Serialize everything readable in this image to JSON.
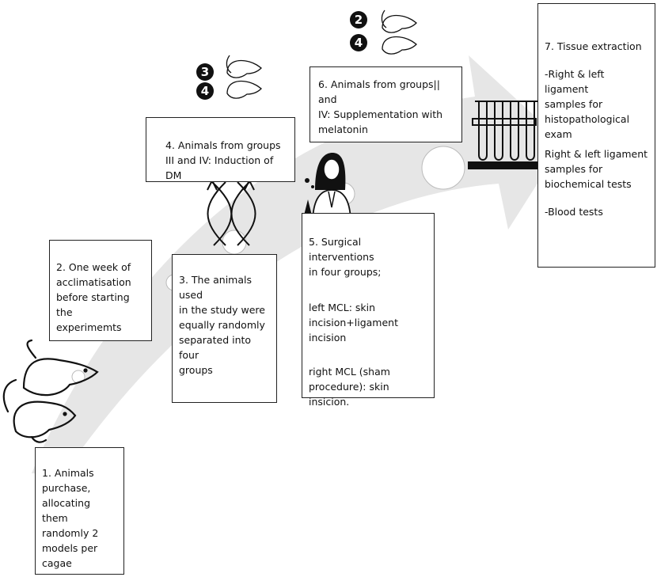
{
  "steps": {
    "s1": {
      "text": "1. Animals\npurchase,\nallocating them\nrandomly 2\nmodels per cagae"
    },
    "s2": {
      "text": "2. One week of\nacclimatisation\nbefore starting the\nexperimemts"
    },
    "s3": {
      "text": "3. The animals used\nin the study were\nequally randomly\nseparated into four\ngroups"
    },
    "s4": {
      "text": "4. Animals from groups\nIII and IV: Induction of DM"
    },
    "s5": {
      "title": "5. Surgical interventions\nin four groups;",
      "left": "left MCL: skin\nincision+ligament incision",
      "right": "right MCL (sham\nprocedure): skin insicion."
    },
    "s6": {
      "text": "6. Animals from groups|| and\nIV: Supplementation with\nmelatonin"
    },
    "s7": {
      "title": "7. Tissue extraction",
      "item1": "-Right & left ligament\nsamples for\nhistopathological\nexam",
      "item2": " Right & left ligament\nsamples for\nbiochemical tests",
      "item3": "-Blood tests"
    }
  },
  "badges": {
    "dm_groups": [
      "3",
      "4"
    ],
    "melatonin_groups": [
      "2",
      "4"
    ]
  },
  "icons": [
    "rat-pair-icon",
    "rat-pair-small-icon",
    "dna-helix-icon",
    "scientist-icon",
    "test-tube-rack-icon",
    "curved-arrow"
  ],
  "colors": {
    "arrow_fill": "#e6e6e6",
    "border": "#222222",
    "badge": "#111111"
  }
}
